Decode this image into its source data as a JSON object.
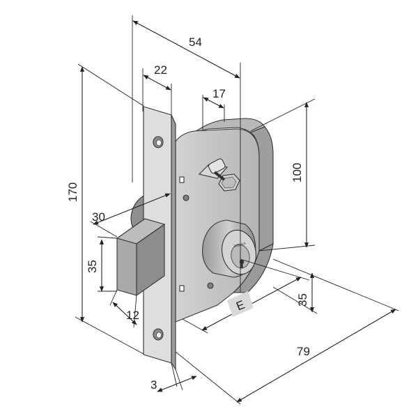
{
  "dimensions": {
    "d54": "54",
    "d22": "22",
    "d17": "17",
    "d100": "100",
    "d170": "170",
    "d30": "30",
    "d35_left": "35",
    "d12": "12",
    "d35_right": "35",
    "d79": "79",
    "d3": "3"
  },
  "labels": {
    "e_marker": "E",
    "cylinder_brand": "WELKA"
  },
  "colors": {
    "background": "#ffffff",
    "body_fill": "#c4c4c4",
    "faceplate_fill": "#dedede",
    "latch_fill": "#a9a9a9",
    "line": "#222222"
  }
}
